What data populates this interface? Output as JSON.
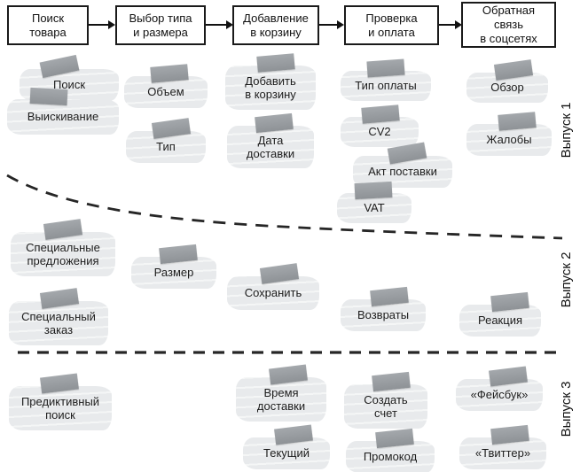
{
  "steps": [
    "Поиск\nтовара",
    "Выбор типа\nи размера",
    "Добавление\nв корзину",
    "Проверка\nи оплата",
    "Обратная\nсвязь\nв соцсетях"
  ],
  "releases": [
    {
      "label": "Выпуск 1",
      "notes": [
        [
          "Поиск",
          "Выискивание"
        ],
        [
          "Объем",
          "Тип"
        ],
        [
          "Добавить\nв корзину",
          "Дата\nдоставки"
        ],
        [
          "Тип оплаты",
          "CV2",
          "Акт поставки",
          "VAT"
        ],
        [
          "Обзор",
          "Жалобы"
        ]
      ]
    },
    {
      "label": "Выпуск 2",
      "notes": [
        [
          "Специальные\nпредложения",
          "Специальный\nзаказ"
        ],
        [
          "Размер"
        ],
        [
          "Сохранить"
        ],
        [
          "Возвраты"
        ],
        [
          "Реакция"
        ]
      ]
    },
    {
      "label": "Выпуск 3",
      "notes": [
        [
          "Предиктивный\nпоиск"
        ],
        [],
        [
          "Время\nдоставки",
          "Текущий"
        ],
        [
          "Создать\nсчет",
          "Промокод"
        ],
        [
          "«Фейсбук»",
          "«Твиттер»"
        ]
      ]
    }
  ],
  "colors": {
    "note_bg": "#e8eaec",
    "tape": "#8e9296",
    "line": "#262626"
  }
}
